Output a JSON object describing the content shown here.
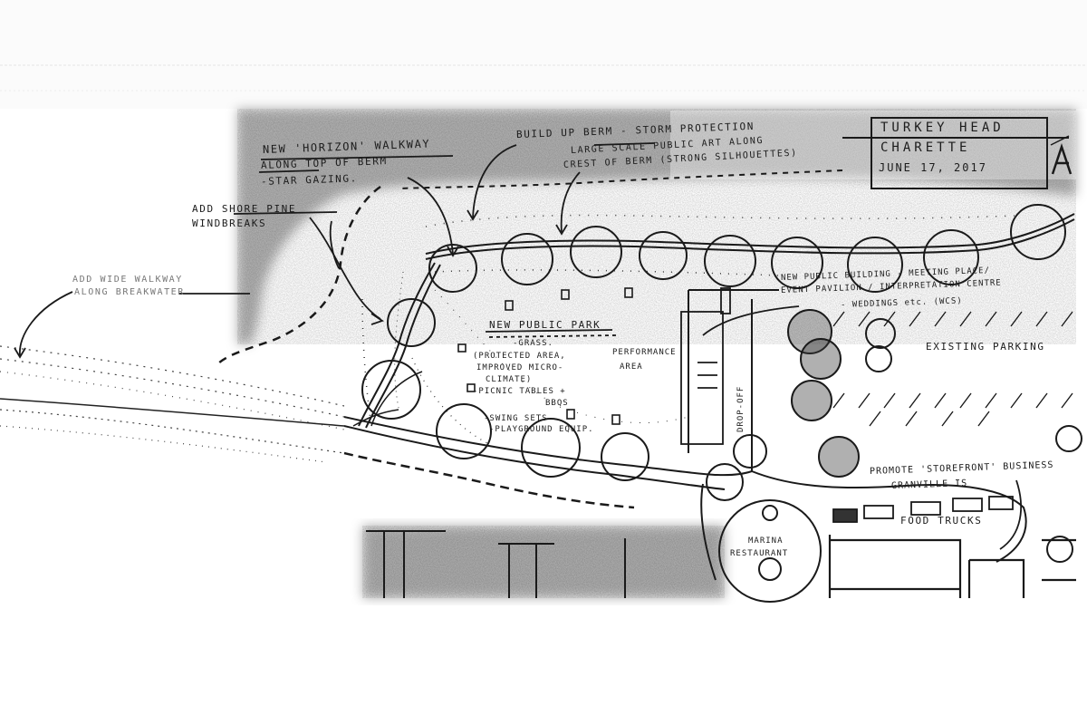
{
  "title_block": {
    "line1": "TURKEY HEAD",
    "line2": "CHARETTE",
    "date": "JUNE 17, 2017"
  },
  "annotations": {
    "horizon_walkway_1": "NEW 'HORIZON' WALKWAY",
    "horizon_walkway_2": "ALONG TOP OF BERM",
    "horizon_walkway_3": "-STAR GAZING.",
    "berm_1": "BUILD UP BERM - STORM PROTECTION",
    "berm_2": "LARGE SCALE PUBLIC ART ALONG",
    "berm_3": "CREST OF BERM (STRONG SILHOUETTES)",
    "shore_pine_1": "ADD SHORE PINE",
    "shore_pine_2": "WINDBREAKS",
    "breakwater_1": "ADD WIDE WALKWAY",
    "breakwater_2": "ALONG BREAKWATER",
    "public_park": "NEW PUBLIC PARK",
    "park_grass": "-GRASS.",
    "park_protected": "(PROTECTED AREA,",
    "park_microclimate_1": "IMPROVED MICRO-",
    "park_microclimate_2": "CLIMATE)",
    "park_picnic": "-PICNIC TABLES +",
    "park_bbqs": "BBQS",
    "park_swing": "-SWING SETS",
    "park_playground": "-PLAYGROUND EQUIP.",
    "performance_1": "PERFORMANCE",
    "performance_2": "AREA",
    "public_building": "NEW PUBLIC BUILDING - MEETING PLACE/",
    "event_pavilion": "EVENT PAVILION / INTERPRETATION CENTRE",
    "weddings": "- WEDDINGS etc. (WCS)",
    "existing_parking": "EXISTING PARKING",
    "drop_off": "DROP-OFF",
    "storefront_1": "PROMOTE 'STOREFRONT' BUSINESS",
    "storefront_2": "GRANVILLE IS",
    "food_trucks": "FOOD TRUCKS",
    "marina_1": "MARINA",
    "marina_2": "RESTAURANT"
  }
}
